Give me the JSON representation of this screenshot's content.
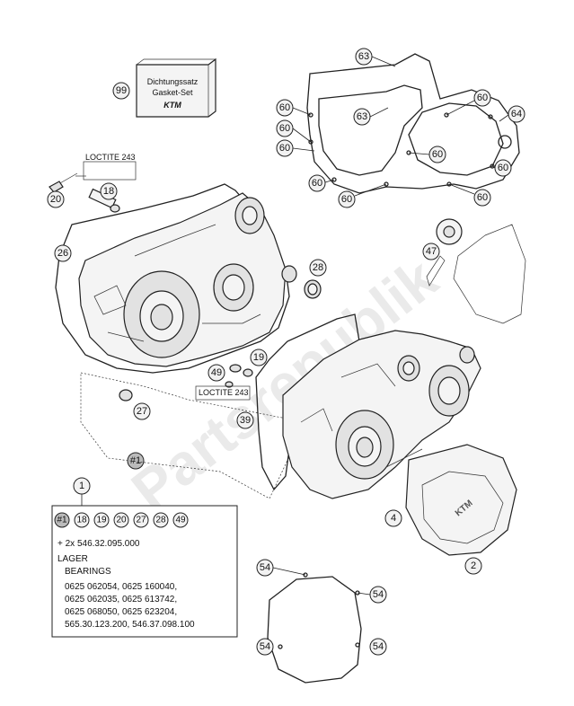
{
  "watermark": "Partsrepublik",
  "kit": {
    "title_de": "Dichtungssatz",
    "title_en": "Gasket-Set",
    "brand": "KTM",
    "callout": "99"
  },
  "loctite_labels": [
    "LOCTITE 243",
    "LOCTITE 243"
  ],
  "callouts": {
    "c63a": "63",
    "c63b": "63",
    "c64": "64",
    "c60a": "60",
    "c60b": "60",
    "c60c": "60",
    "c60d": "60",
    "c60e": "60",
    "c60f": "60",
    "c60g": "60",
    "c60h": "60",
    "c60i": "60",
    "c20": "20",
    "c18": "18",
    "c26": "26",
    "c28": "28",
    "c47": "47",
    "c19": "19",
    "c49": "49",
    "c27": "27",
    "c39": "39",
    "c1hash": "#1",
    "c1": "1",
    "c4": "4",
    "c2": "2",
    "c54a": "54",
    "c54b": "54",
    "c54c": "54",
    "c54d": "54"
  },
  "legend": {
    "items": [
      "#1",
      "18",
      "19",
      "20",
      "27",
      "28",
      "49"
    ],
    "note": "+ 2x 546.32.095.000",
    "lager_de": "LAGER",
    "lager_en": "BEARINGS",
    "bearing_lines": [
      "0625 062054, 0625 160040,",
      "0625 062035, 0625 613742,",
      "0625 068050, 0625 623204,",
      "565.30.123.200, 546.37.098.100"
    ]
  }
}
